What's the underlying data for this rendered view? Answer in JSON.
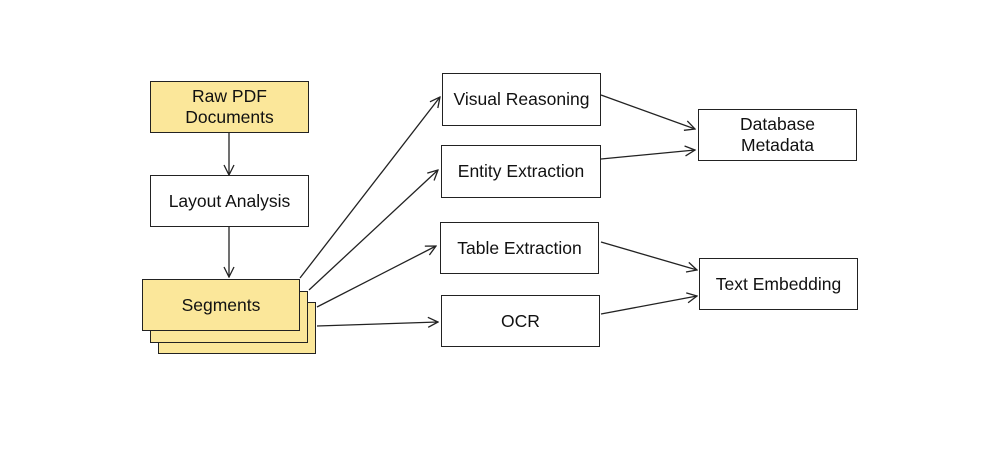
{
  "colors": {
    "highlight": "#fbe79a",
    "stroke": "#222222",
    "background": "#ffffff"
  },
  "nodes": {
    "raw_pdf": "Raw PDF\nDocuments",
    "layout_analysis": "Layout Analysis",
    "segments": "Segments",
    "visual_reasoning": "Visual Reasoning",
    "entity_extraction": "Entity Extraction",
    "table_extraction": "Table Extraction",
    "ocr": "OCR",
    "database_metadata": "Database\nMetadata",
    "text_embedding": "Text Embedding"
  },
  "edges": [
    {
      "from": "Raw PDF Documents",
      "to": "Layout Analysis"
    },
    {
      "from": "Layout Analysis",
      "to": "Segments"
    },
    {
      "from": "Segments",
      "to": "Visual Reasoning"
    },
    {
      "from": "Segments",
      "to": "Entity Extraction"
    },
    {
      "from": "Segments",
      "to": "Table Extraction"
    },
    {
      "from": "Segments",
      "to": "OCR"
    },
    {
      "from": "Visual Reasoning",
      "to": "Database Metadata"
    },
    {
      "from": "Entity Extraction",
      "to": "Database Metadata"
    },
    {
      "from": "Table Extraction",
      "to": "Text Embedding"
    },
    {
      "from": "OCR",
      "to": "Text Embedding"
    }
  ]
}
